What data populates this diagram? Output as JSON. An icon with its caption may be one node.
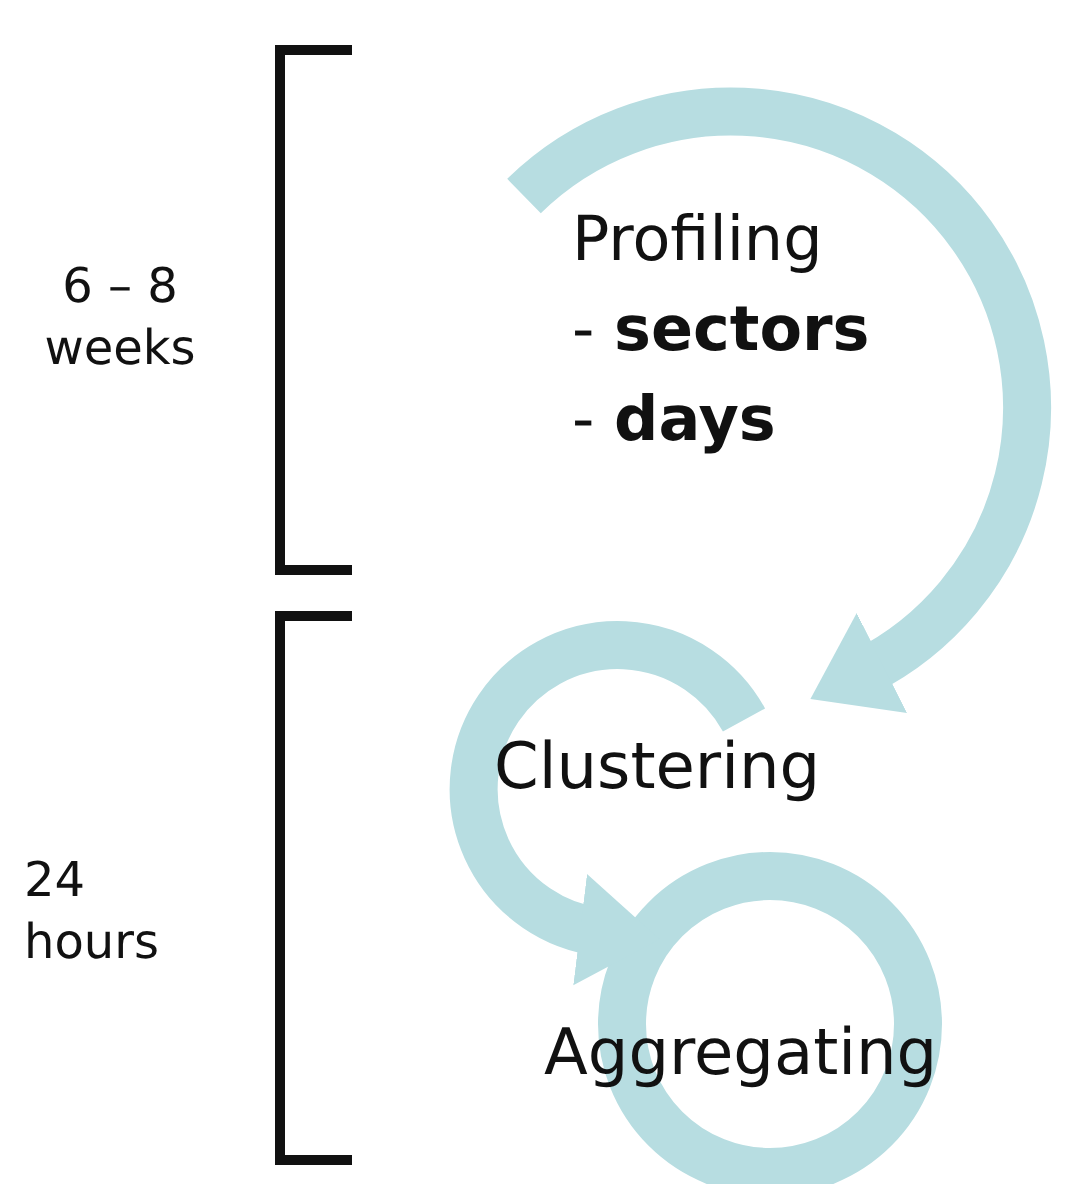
{
  "diagram": {
    "nodes": [
      {
        "text": [
          "Profiling",
          "- **sectors**",
          "- **days**"
        ]
      },
      {
        "text": [
          "Clustering"
        ]
      },
      {
        "text": [
          "Aggregating"
        ]
      }
    ],
    "edges": [
      {
        "from": 0,
        "to": 1,
        "arrow": "to"
      },
      {
        "from": 1,
        "to": 2,
        "arrow": "to"
      }
    ],
    "labels": [
      "6 – 8 weeks",
      "24 hours"
    ]
  }
}
